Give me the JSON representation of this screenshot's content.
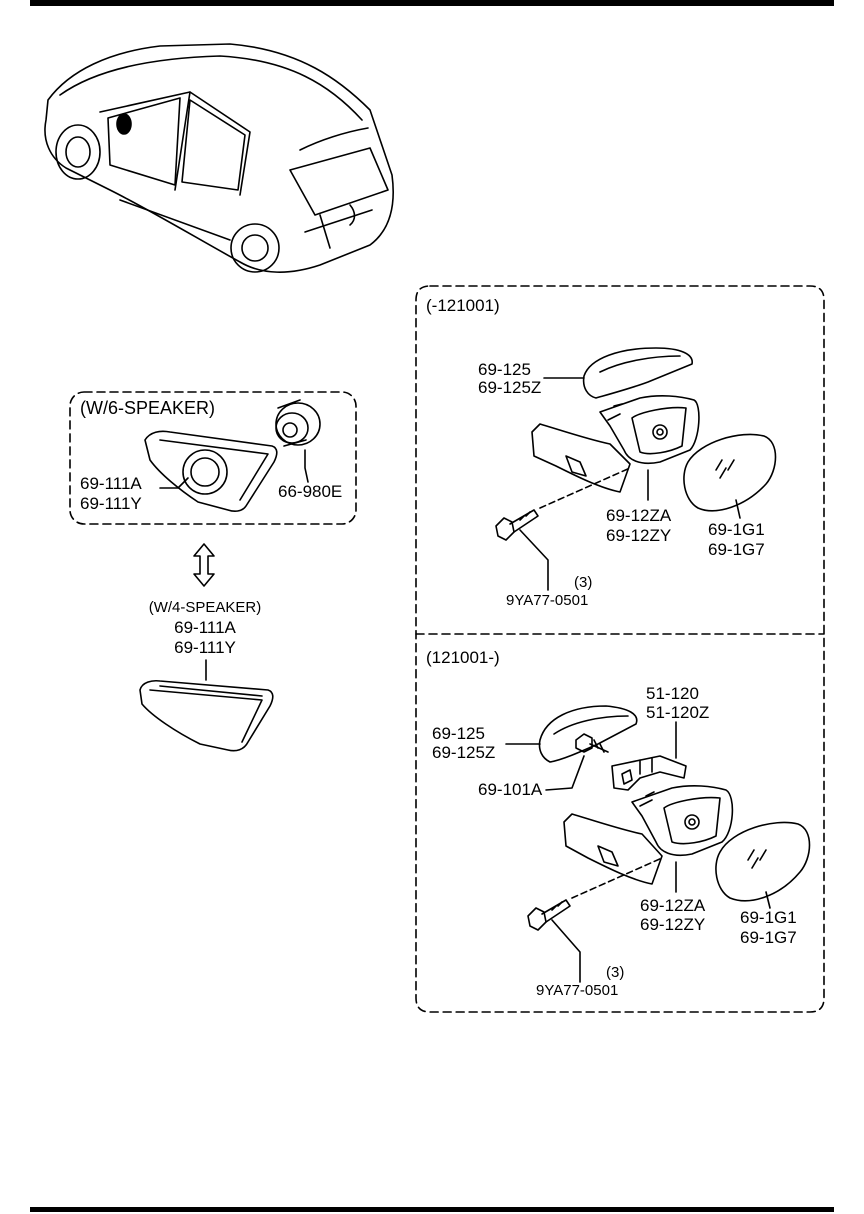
{
  "w6_speaker": {
    "title": "(W/6-SPEAKER)",
    "cover_part_1": "69-111A",
    "cover_part_2": "69-111Y",
    "speaker_part": "66-980E"
  },
  "w4_speaker": {
    "title": "(W/4-SPEAKER)",
    "cover_part_1": "69-111A",
    "cover_part_2": "69-111Y"
  },
  "early": {
    "title": "(-121001)",
    "cap_1": "69-125",
    "cap_2": "69-125Z",
    "housing_1": "69-12ZA",
    "housing_2": "69-12ZY",
    "glass_1": "69-1G1",
    "glass_2": "69-1G7",
    "bolt_qty": "(3)",
    "bolt_part": "9YA77-0501"
  },
  "late": {
    "title": "(121001-)",
    "bracket_1": "51-120",
    "bracket_2": "51-120Z",
    "cap_1": "69-125",
    "cap_2": "69-125Z",
    "screw": "69-101A",
    "housing_1": "69-12ZA",
    "housing_2": "69-12ZY",
    "glass_1": "69-1G1",
    "glass_2": "69-1G7",
    "bolt_qty": "(3)",
    "bolt_part": "9YA77-0501"
  }
}
